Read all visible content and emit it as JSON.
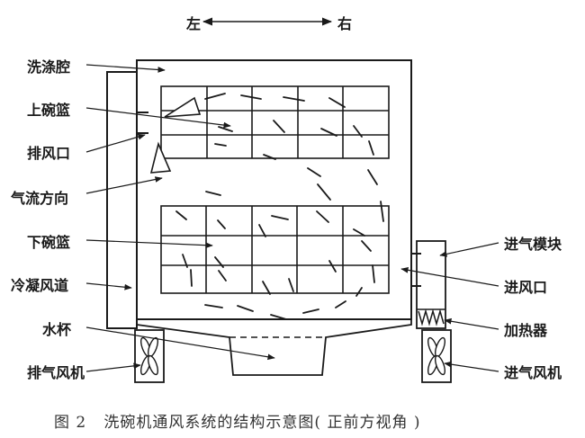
{
  "direction": {
    "left": "左",
    "right": "右"
  },
  "labels_left": {
    "wash_chamber": "洗涤腔",
    "upper_basket": "上碗篮",
    "exhaust_port": "排风口",
    "airflow_direction": "气流方向",
    "lower_basket": "下碗篮",
    "condensing_duct": "冷凝风道",
    "water_cup": "水杯",
    "exhaust_fan": "排气风机"
  },
  "labels_right": {
    "intake_module": "进气模块",
    "air_inlet": "进风口",
    "heater": "加热器",
    "intake_fan": "进气风机"
  },
  "caption": "图 2   洗碗机通风系统的结构示意图( 正前方视角 )",
  "colors": {
    "line": "#1a1a1a",
    "background": "#ffffff",
    "caption": "#333333"
  }
}
